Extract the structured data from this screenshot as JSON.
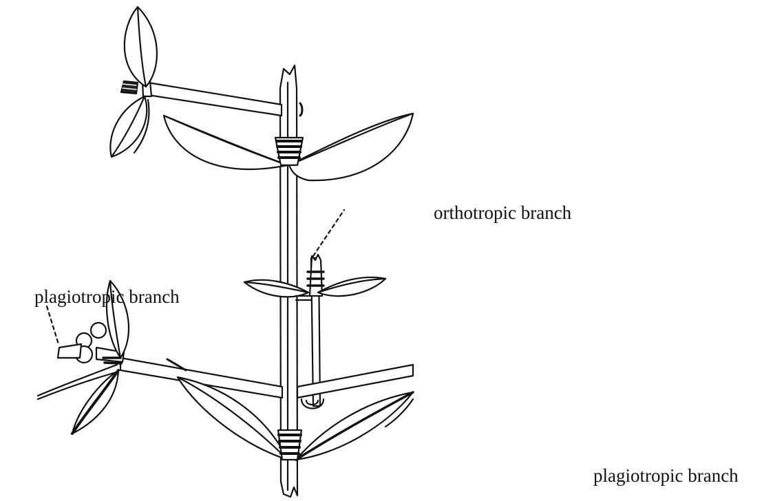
{
  "labels": {
    "orthotropic": "orthotropic branch",
    "plagiotropic_left": "plagiotropic branch",
    "plagiotropic_right": "plagiotropic branch"
  },
  "colors": {
    "ink": "#111111",
    "paper": "#ffffff"
  }
}
